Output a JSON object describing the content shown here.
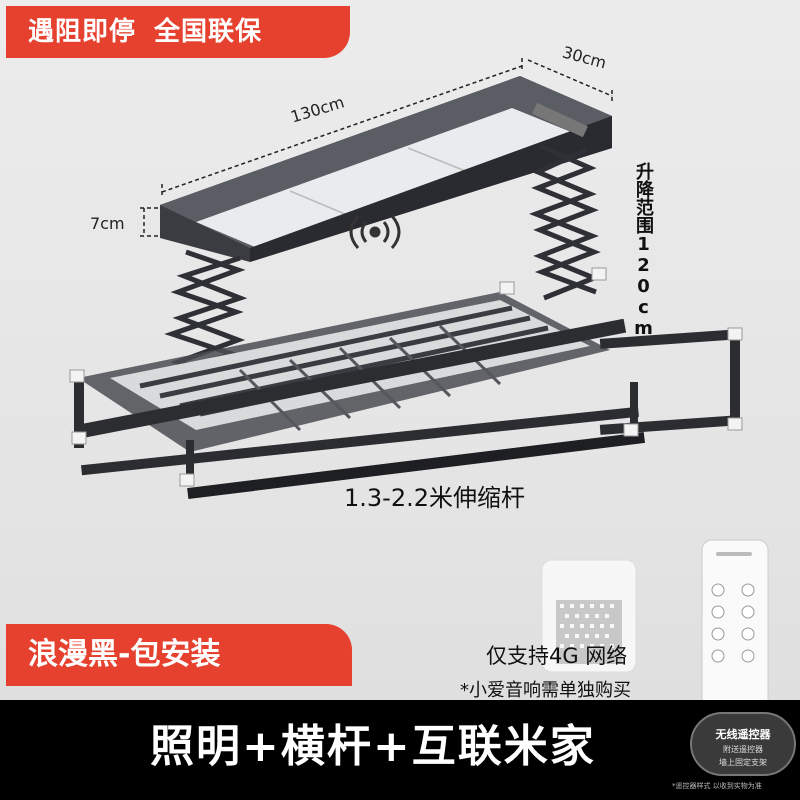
{
  "banner": {
    "items": [
      "遇阻即停",
      "全国联保"
    ]
  },
  "dimensions": {
    "width": "130cm",
    "depth": "30cm",
    "height": "7cm",
    "lift_range": "升降范围120cm"
  },
  "rod_caption": "1.3-2.2米伸缩杆",
  "color_option": "浪漫黑-包安装",
  "network_note": "仅支持4G 网络",
  "speaker_note": "*小爱音响需单独购买",
  "feature_title": "照明+横杆+互联米家",
  "remote_badge": {
    "title": "无线遥控器",
    "line1": "附送遥控器",
    "line2": "墙上固定支架"
  },
  "footnote": "*遥控器样式 以收到实物为准",
  "colors": {
    "accent": "#e6412e",
    "bottom_bar": "#000000",
    "product_body": "#3a3c42"
  }
}
